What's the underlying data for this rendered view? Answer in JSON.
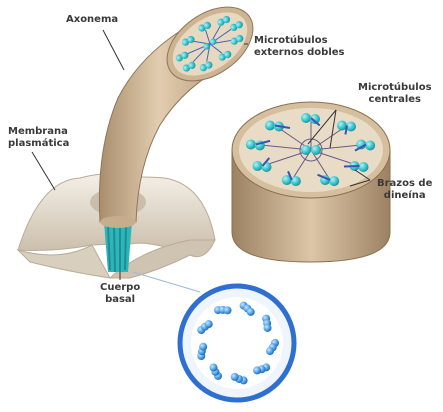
{
  "diagram": {
    "labels": {
      "axonema": "Axonema",
      "microtubulos_externos": [
        "Microtúbulos",
        "externos dobles"
      ],
      "microtubulos_centrales": [
        "Microtúbulos",
        "centrales"
      ],
      "membrana": [
        "Membrana",
        "plasmática"
      ],
      "brazos": [
        "Brazos de",
        "dineína"
      ],
      "cuerpo": [
        "Cuerpo",
        "basal"
      ]
    },
    "colors": {
      "tube": "#d8bf9f",
      "tube_shadow": "#a98e6c",
      "microtubule": "#35c3cb",
      "membrane": "#e9e2d6",
      "ring_border": "#2f6fd1",
      "ring_bead": "#4aa0e6",
      "label_text": "#3a3a3a"
    }
  }
}
